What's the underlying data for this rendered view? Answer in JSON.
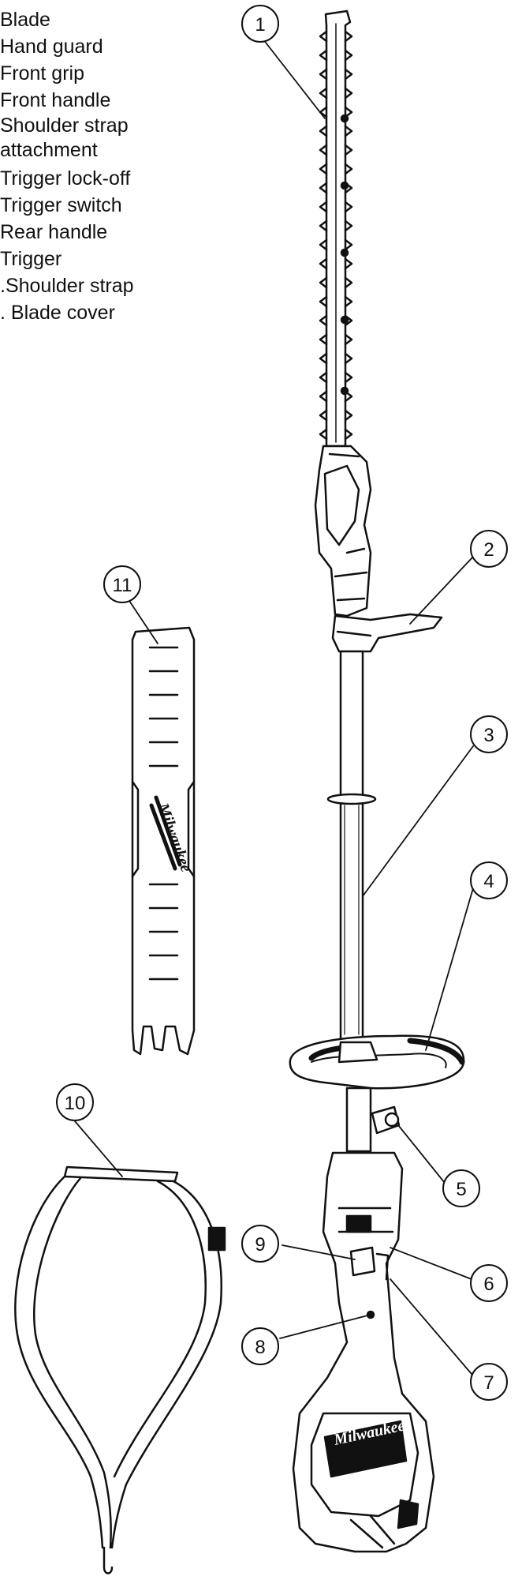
{
  "legend": [
    "Blade",
    "Hand guard",
    "Front grip",
    "Front handle",
    "Shoulder strap attachment",
    "Trigger lock-off",
    "Trigger switch",
    "Rear handle",
    "Trigger",
    ".Shoulder strap",
    ". Blade cover"
  ],
  "callouts": [
    "1",
    "2",
    "3",
    "4",
    "5",
    "6",
    "7",
    "8",
    "9",
    "10",
    "11"
  ],
  "brand": "Milwaukee",
  "colors": {
    "line": "#111111",
    "background": "#ffffff"
  }
}
